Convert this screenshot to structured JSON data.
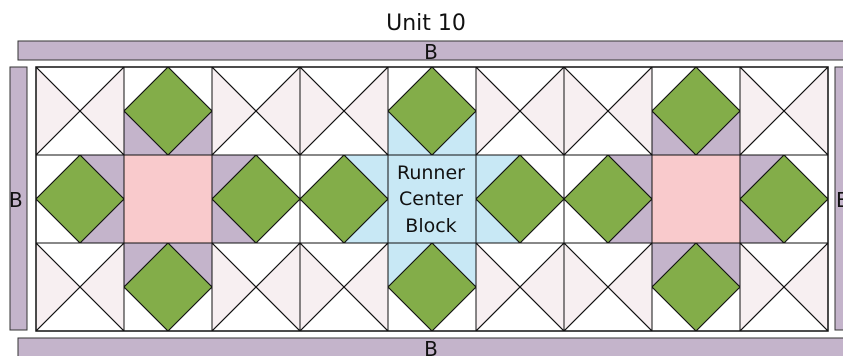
{
  "title": "Unit 10",
  "border_label": "B",
  "center_block_label": [
    "Runner",
    "Center",
    "Block"
  ],
  "colors": {
    "border_strip": "#c4b4cb",
    "background_triangle": "#f7eff1",
    "green_square": "#83ad49",
    "pink_square": "#f9cacc",
    "corner_purple": "#c4b4cb",
    "center_blue": "#c8e8f5",
    "line": "#111111"
  }
}
